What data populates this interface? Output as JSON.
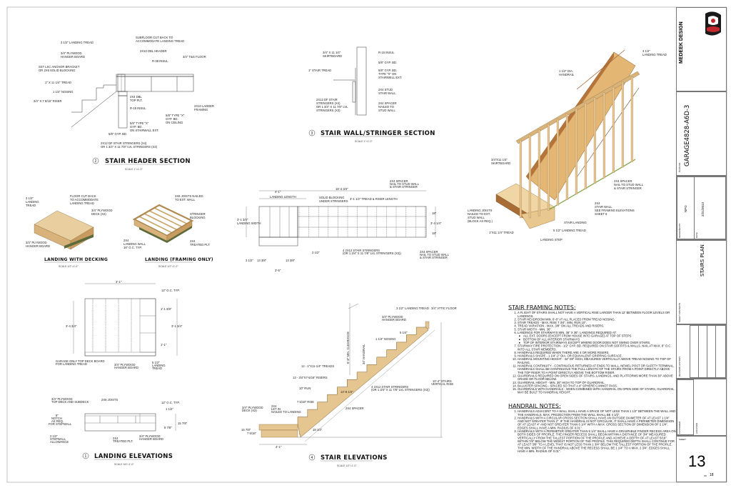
{
  "section_header": {
    "number": "2",
    "title": "STAIR HEADER SECTION",
    "scale": "SCALE 1\"=1'-0\"",
    "labels": [
      "3 1/2\" LANDING TREAD",
      "SUBFLOOR CUT BACK TO",
      "ACCOMMODATE LANDING TREAD",
      "3/4\" PLYWOOD",
      "HANGER BOARD",
      "2X10 DBL HEADER",
      "R-38 INSUL",
      "3/4\" T&G FLOOR",
      "SST LSC ANCHOR BRACKET",
      "OR 2X6 SOLID BLOCKING",
      "1\" X 11 1/4\" TREAD",
      "1 1/4\" NOSING",
      "3/4\" X 7 5/16\" RISER",
      "2X4 DBL",
      "TOP PLT.",
      "R-15 INSUL",
      "2X10 LADDER",
      "FRAMING",
      "5/8\" TYPE \"X\"",
      "GYP. BD.",
      "ON CEILING",
      "5/8\" TYPE \"X\"",
      "GYP. BD.",
      "ON STAIRWALL EXT.",
      "5/8\" GYP. BD.",
      "2X12 DF STAIR STRINGERS (X4)",
      "OR 1 3/4\" X 11 7/8\" LVL STRINGERS (X3)"
    ]
  },
  "section_wall": {
    "number": "3",
    "title": "STAIR WALL/STRINGER SECTION",
    "scale": "SCALE 1\"=1'-0\"",
    "labels": [
      "3/4\" X 11 1/4\"",
      "SKIRTBOARD",
      "R-15 INSUL",
      "5/8\" GYP. BD.",
      "1\" STAIR TREAD",
      "5/8\" GYP. BD.",
      "TYPE \"X\" ON",
      "STAIRWELL EXT.",
      "2X4 STUD",
      "STAIR WALL",
      "2X12 DF STAIR",
      "STRINGERS (X4)",
      "OR 1 3/4\" X 11 7/8\" LVL",
      "STRINGERS (X3)",
      "2X4 SPACER",
      "NAILED TO",
      "STUD WALL"
    ]
  },
  "landing_decking": {
    "title": "LANDING WITH DECKING",
    "scale": "SCALE 1/2\"=1'-0\"",
    "labels": [
      "3 1/2\"",
      "LANDING",
      "TREAD",
      "FLOOR CUT BACK",
      "TO ACCOMMODATE",
      "LANDING TREAD",
      "3/4\" PLYWOOD",
      "DECK (X2)",
      "3/4\" PLYWOOD",
      "HANGER BOARD"
    ]
  },
  "landing_framing": {
    "title": "LANDING (FRAMING ONLY)",
    "scale": "SCALE 1/2\"=1'-0\"",
    "labels": [
      "2X6 JOISTS NAILED",
      "TO EXT. WALL",
      "STRINGER",
      "BLOCKING",
      "2X4",
      "LANDING WALL",
      "16\" O.C. TYP.",
      "2X4",
      "TREATED PLT."
    ]
  },
  "plan_view": {
    "labels": [
      "16'-2 3/4\"",
      "4'-1\"",
      "LANDING LENGTH",
      "SOLID BLOCKING",
      "UNDER STRINGERS",
      "3'-1 1/2\" TREAD & RISER LENGTH",
      "2X4 SPACER",
      "NAIL TO STUD WALL",
      "& STAIR STRINGER",
      "3'-1 3/4\"",
      "LANDING WIDTH",
      "3'-4 1/4\"",
      "18\"",
      "18\"",
      "3 1/2\"",
      "4 2X12 STAIR STRINGERS",
      "(OR 1 3/4\" X 11 7/8\" LVL STRINGERS (X3))",
      "2X4 SPACER",
      "NAIL TO STUD WALL",
      "& STAIR STRINGER",
      "3 1/2\"",
      "13 3/8\"",
      "13 3/8\"",
      "3'-6\""
    ]
  },
  "iso_view": {
    "labels": [
      "3 1/2\"",
      "LANDING TREAD",
      "1 1/2\" DIA.",
      "HANDRAIL",
      "3/4\"X11 1/4\"",
      "SKIRTBOARD",
      "2X4 SPACER",
      "NAIL TO STUD WALL",
      "& STAIR STRINGER",
      "2X4",
      "STAIR WALL",
      "SEE FRAMING ELEVATIONS",
      "SHEET 6",
      "LANDING JOISTS",
      "NAILED TO EXT.",
      "STUD WALL",
      "(BLOCK AS REQ.)",
      "STAIR LANDING",
      "5 1/2\" LANDING TREAD",
      "1\"X11 1/4\" TREAD",
      "LANDING STEP"
    ]
  },
  "landing_elevations": {
    "number": "1",
    "title": "LANDING ELEVATIONS",
    "scale": "SCALE 3/4\"=1'-0\"",
    "labels": [
      "4'-1\"",
      "12\" O.C. TYP.",
      "3'-4 3/4\"",
      "1'-1 3/8\"",
      "3'-1 3/4\"",
      "1'-1\"",
      "GARAGE ONLY TOP DECK BOARD",
      "FOR LANDING TREAD",
      "3/4\" PLYWOOD",
      "HANGER BOARD",
      "5 1/2\"",
      "LANDING",
      "TREAD",
      "3/4\" PLYWOOD",
      "TOP DECK AND SUBDECK",
      "2X6 JOISTS",
      "12\" O.C. TYP.",
      "1 1/2\"",
      "6\"",
      "NOTCH",
      "AS REQ.",
      "FOR STEPWALL",
      "15 7/8\"",
      "8 7/8\"",
      "2 1/2\"",
      "STEPWALL",
      "ALLOWANCE",
      "2X4",
      "TREATED PLT.",
      "3/4\" PLYWOOD",
      "HANGER BOARD"
    ]
  },
  "stair_elevations": {
    "number": "4",
    "title": "STAIR ELEVATIONS",
    "scale": "SCALE 1/2\"=1'-0\"",
    "labels": [
      "3 1/2\" LANDING TREAD",
      "3/4\" ATTIC FLOOR",
      "3/4\" PLYWOOD",
      "HANGER BOARD",
      "5 1/4\"",
      "1 1/4\" NOSING",
      "6'-8\" MIN. CLEARANCE",
      "34\" HANDRAIL",
      "12 - 1\"X11-1/4\" TREADS",
      "13 - 3/4\"X7-5/16\" RISERS",
      "10\" RUN",
      "7 5/16\" RISE",
      "3/4\" PLYWOOD",
      "DECK (X2)",
      "2X4",
      "LET IN",
      "NAILED TO LANDING",
      "4 2X12 STAIR STRINGERS",
      "(OR 1 3/4\" X 11 7/8\" LVL STRINGERS (X3))",
      "14'-8 1/2\"",
      "2X4 SPACER",
      "18 1/4\"",
      "15 7/8\"",
      "7 5/16\"",
      "4'-1\"",
      "10'-4\" STAIRS",
      "VERTICAL RISE"
    ]
  },
  "stair_framing_notes": {
    "title": "STAIR FRAMING NOTES:",
    "items": [
      "A flight of stairs shall not have a vertical rise larger than 12' between floor levels or landings.",
      "Stair headroom min. 6'-8\" at all places from tread nosing.",
      "Stair treads - max. rise 7 3/4\", min. run 10\".",
      "Tread variation - max. 3/8\" on all treads and risers.",
      "Stair width - min. 36\".",
      "Landings for stairways min. 36\" x 36\". Landings required at:",
      "Stairway fire protection - 1/2\" gyp. bd. required on stair soffits & walls. Nail at max. 8\" o.c. into all stair members.",
      "Handrails required when there are 4 or more risers.",
      "Handrails shape - 1 1/4\"-2\" dia. or equivalent gripping surface.",
      "Handrail mounting height - 34\"-38\" high, measured vertically above tread nosing to top of railing.",
      "Handrail continuity - continuous returned at ends to wall, newel post or safety terminal. Handrails shall be continuous the full length of the stairs from a point directly above the top riser to a point directly above the bottom riser.",
      "Guardrails required on open sides of stairs, landings, and platforms more than 30\" above grade or floor below.",
      "Guardrail height - min. 36\" high to top of guardrail.",
      "Baluster spacing - spaced so that a 4\" sphere cannot pass.",
      "Guardrails with handrails - when combined with handrail on open side of stairs, guardrail may be built to handrail height."
    ],
    "sub_items": [
      "All ext. doors (except from house into garage) at top of steps",
      "Bottom of all interior stairways",
      "Top of interior stairways except where door does not swing over stairs."
    ]
  },
  "handrail_notes": {
    "title": "HANDRAIL NOTES:",
    "items": [
      "Handrails adjacent to a wall shall have a space of not less than 1 1/2\" between the wall and the handrails. Max. projection from the wall shall be 4 1/2\".",
      "Handrails with a circular cross section shall have an outside diameter of at least 1 1/4\" and not greater than 2\". If the handrail is not circular, it shall have a perimeter dimension of at least 4\" and not greater than 6 1/4\" with a max. cross section of dimension of 2 1/4\". Edges shall have a min. radius of 0.01\".",
      "Handrails with a perimeter greater than 6 1/4\" shall have a graspable finger recess area on both sides of profile. The finger recess shall begin within a distance of 3/4\" measured vertically from the tallest portion of the profile and achieve a depth of at least 5/16\" within 7/8\" below the widest portion of the profile. This required depth shall continue for at least 3/8\" to a level that is not less than 1 3/4\" below the tallest portion of the profile. The min. width of the handrail above the recess shall be 1 1/4\" to a max. 2 3/4\". Edges shall have a min. radius of 0.01\"."
    ]
  },
  "title_block": {
    "company": "MEDEEK DESIGN",
    "plan_label": "PLAN NO.",
    "plan_number": "GARAGE4828-A6D-3",
    "drawn_by_label": "DESIGNED BY",
    "drawn_by": "NPG",
    "date_label": "DATE",
    "date": "2/21/2013",
    "sheet_contents_label": "SHEET CONTENTS",
    "sheet_contents": "STAIRS PLAN",
    "revision_label": "REVISION HISTORY",
    "customer_label": "CUSTOMER",
    "location_label": "LOCATION",
    "sheet_label": "SHEET",
    "sheet_number": "13",
    "of_label": "OF",
    "total_sheets": "18",
    "colors": {
      "logo_red": "#c0282d",
      "logo_black": "#1a1a1a",
      "wood": "#e6c690",
      "wood_dark": "#b07a3c"
    }
  }
}
